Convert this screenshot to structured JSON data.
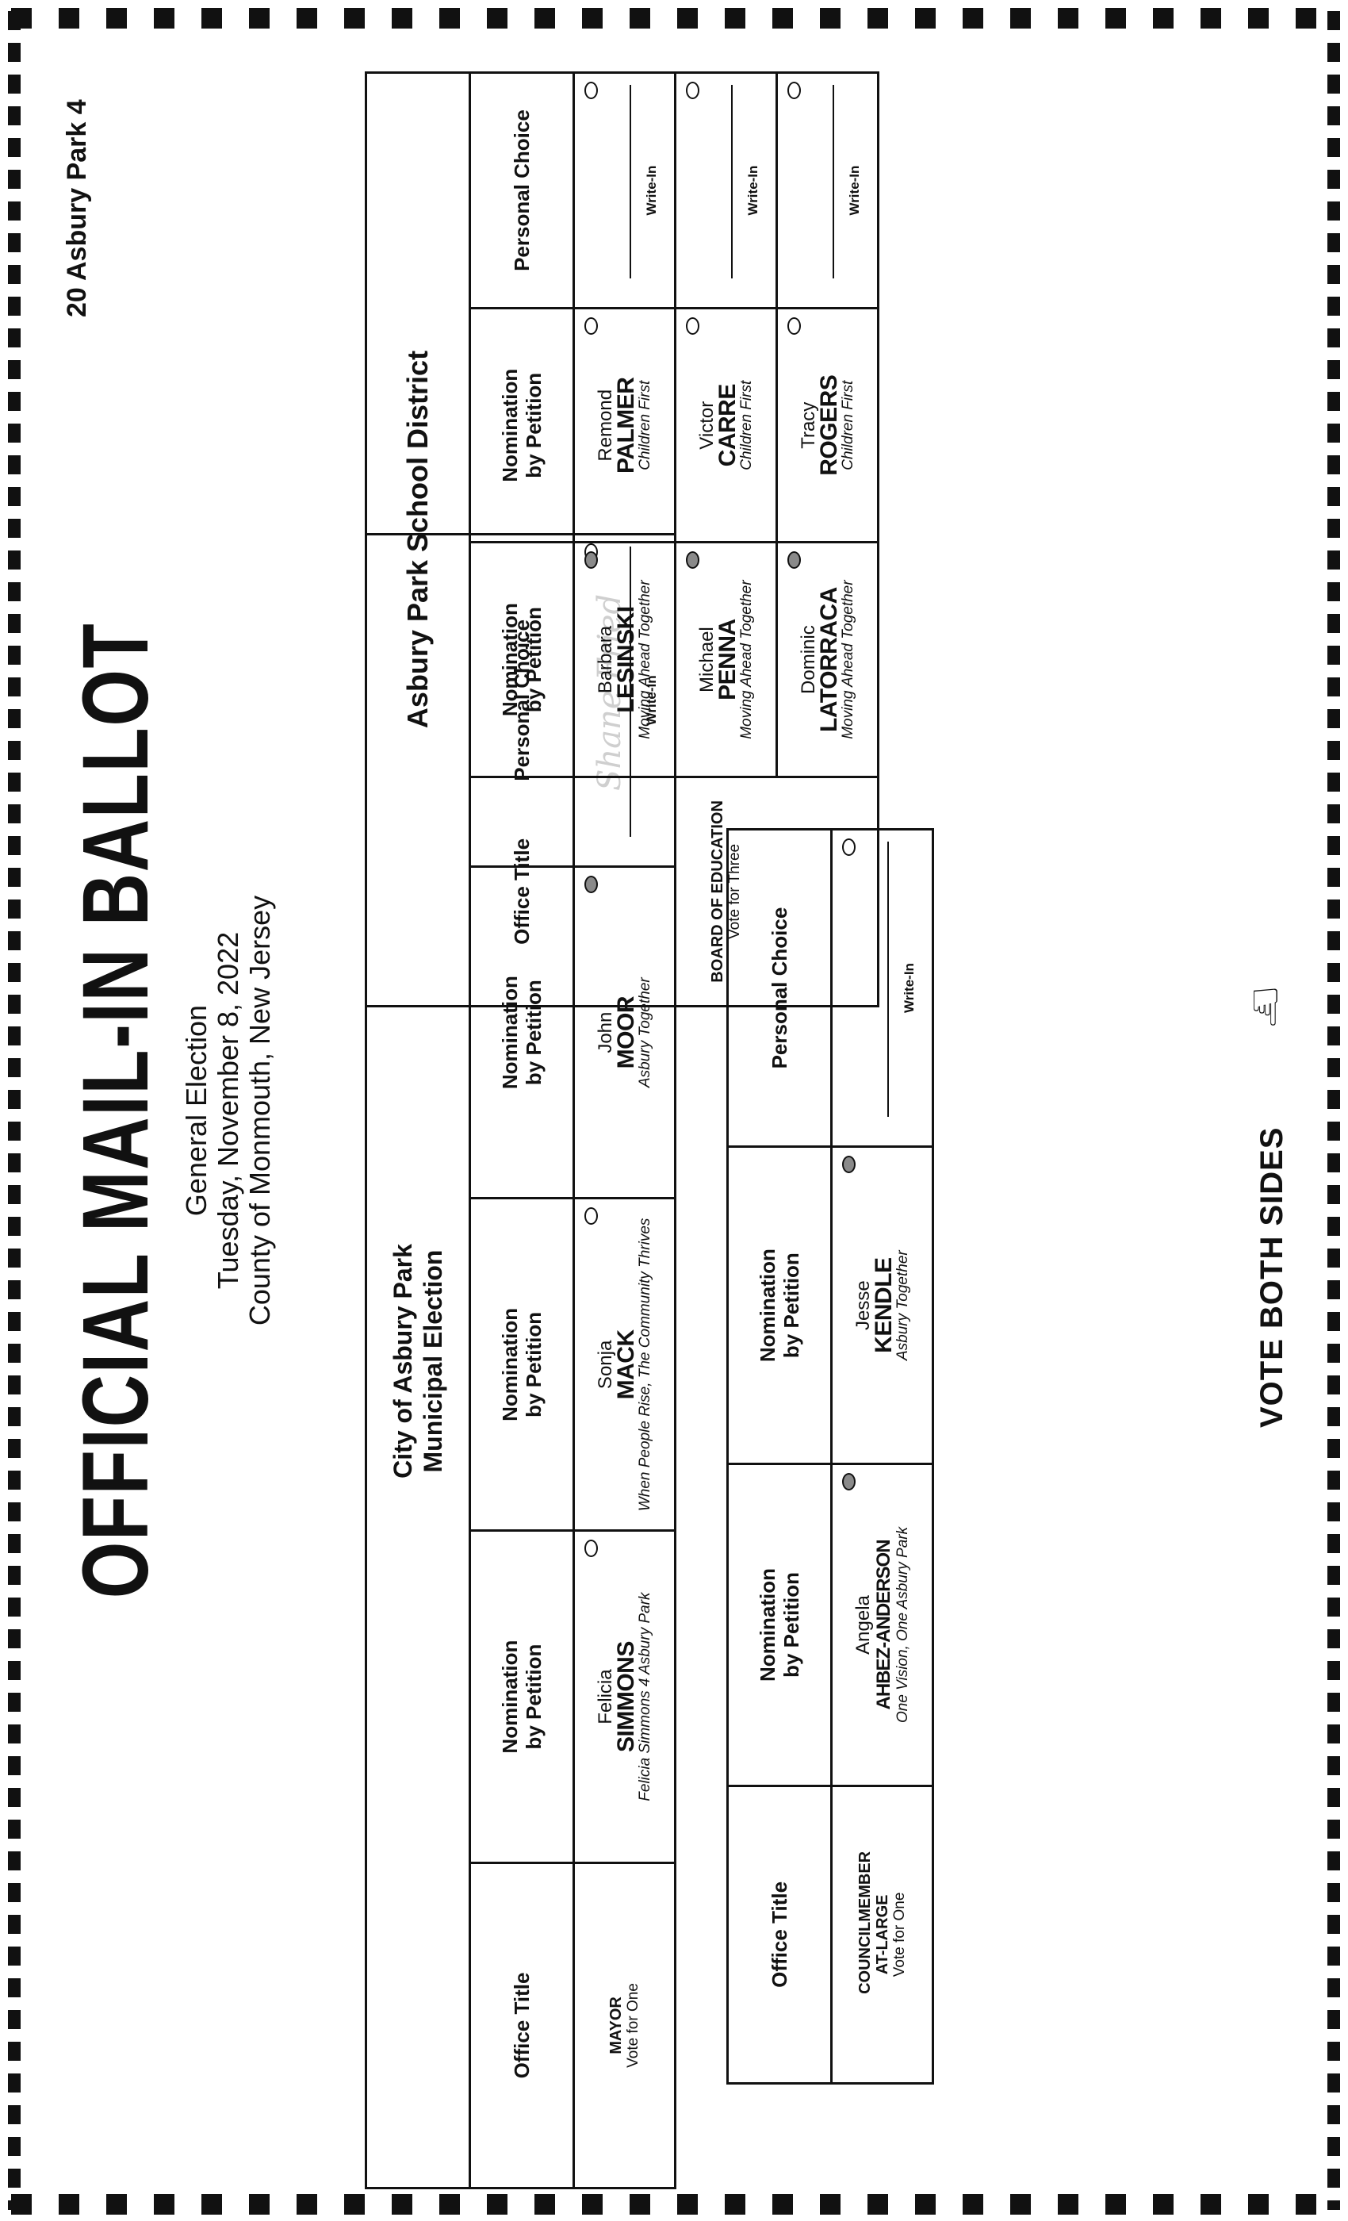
{
  "header": {
    "precinct": "20 Asbury Park 4",
    "title": "OFFICIAL MAIL-IN BALLOT",
    "election": "General Election",
    "date": "Tuesday, November 8, 2022",
    "county": "County of Monmouth, New Jersey"
  },
  "columns": {
    "office_title": "Office Title",
    "nomination": "Nomination by Petition",
    "personal_choice": "Personal Choice",
    "write_in": "Write-In"
  },
  "municipal": {
    "heading": "City of Asbury Park Municipal Election",
    "mayor": {
      "office": "MAYOR",
      "vote_for": "Vote for One",
      "candidates": [
        {
          "first": "Felicia",
          "last": "SIMMONS",
          "party": "Felicia Simmons 4 Asbury Park",
          "marked": false
        },
        {
          "first": "Sonja",
          "last": "MACK",
          "party": "When People Rise, The Community Thrives",
          "marked": false
        },
        {
          "first": "John",
          "last": "MOOR",
          "party": "Asbury Together",
          "marked": true
        }
      ],
      "write_in_text": "Shane Fried"
    },
    "council": {
      "office": "COUNCILMEMBER AT-LARGE",
      "vote_for": "Vote for One",
      "candidates": [
        {
          "first": "Angela",
          "last": "AHBEZ-ANDERSON",
          "party": "One Vision, One Asbury Park",
          "marked": true
        },
        {
          "first": "Jesse",
          "last": "KENDLE",
          "party": "Asbury Together",
          "marked": true
        }
      ]
    }
  },
  "school": {
    "heading": "Asbury Park School District",
    "office": "BOARD OF EDUCATION",
    "vote_for": "Vote for Three",
    "rows": [
      {
        "a": {
          "first": "Barbara",
          "last": "LESINSKI",
          "party": "Moving Ahead Together",
          "marked": true
        },
        "b": {
          "first": "Remond",
          "last": "PALMER",
          "party": "Children First",
          "marked": false
        }
      },
      {
        "a": {
          "first": "Michael",
          "last": "PENNA",
          "party": "Moving Ahead Together",
          "marked": true
        },
        "b": {
          "first": "Victor",
          "last": "CARRE",
          "party": "Children First",
          "marked": false
        }
      },
      {
        "a": {
          "first": "Dominic",
          "last": "LATORRACA",
          "party": "Moving Ahead Together",
          "marked": true
        },
        "b": {
          "first": "Tracy",
          "last": "ROGERS",
          "party": "Children First",
          "marked": false
        }
      }
    ]
  },
  "footer": {
    "vote_both_sides": "VOTE BOTH SIDES",
    "icon": "pointing-hand-icon"
  }
}
